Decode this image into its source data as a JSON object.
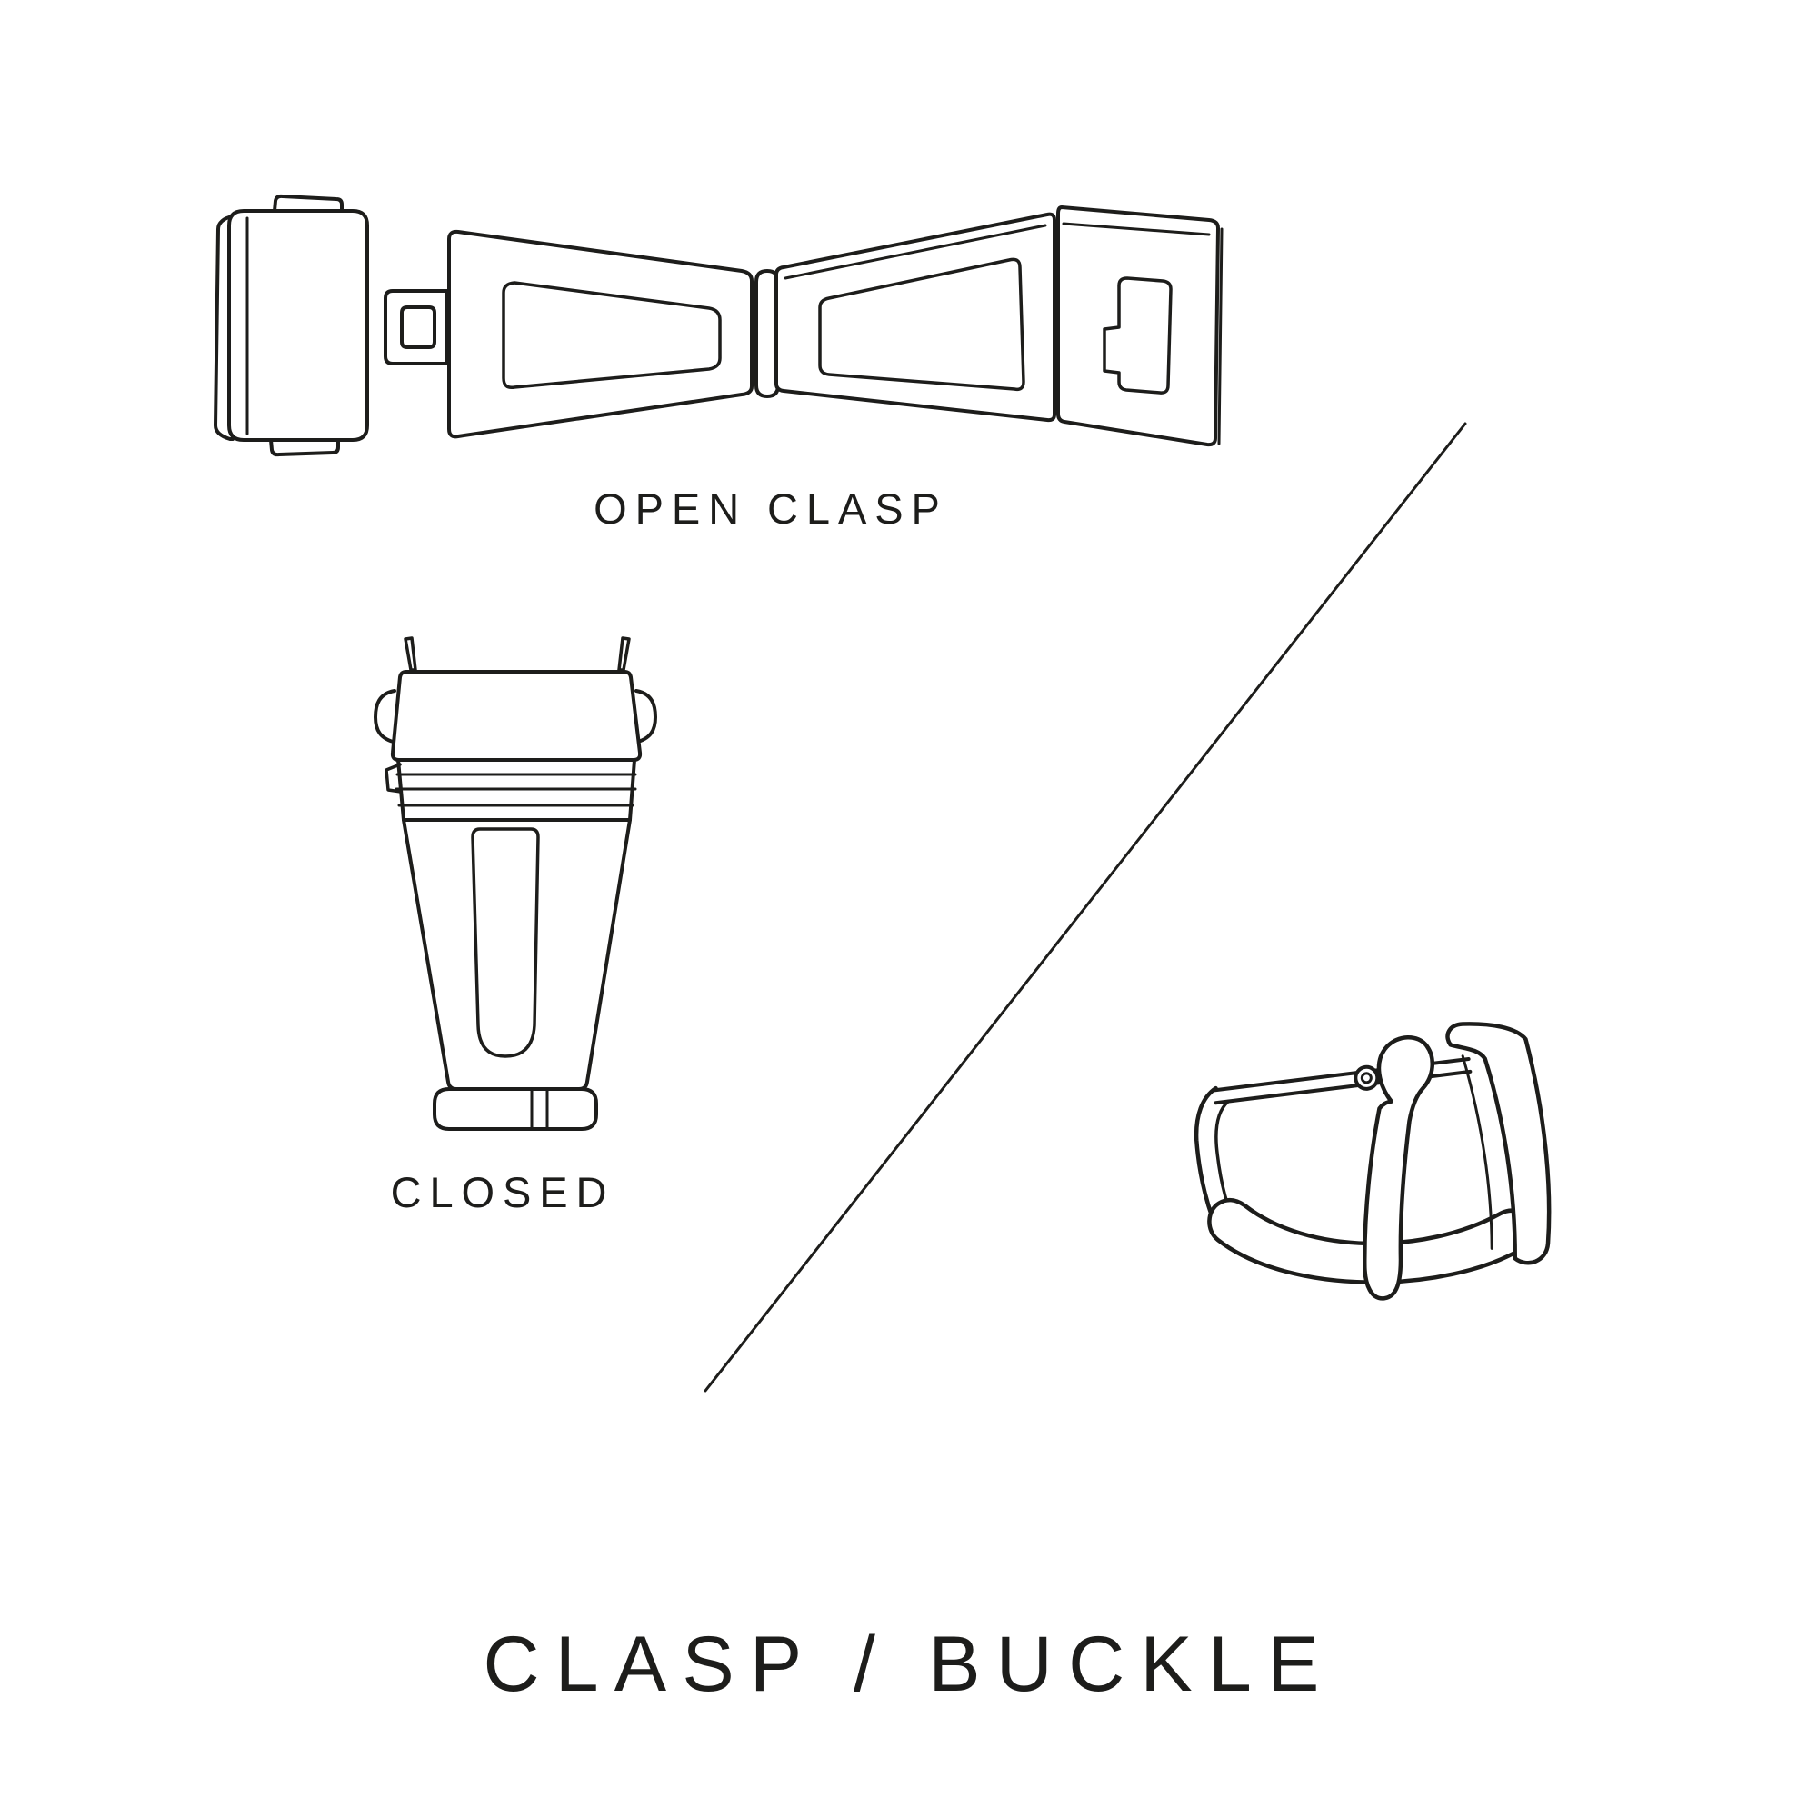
{
  "title": "CLASP / BUCKLE",
  "labels": {
    "open_clasp": "OPEN CLASP",
    "closed_clasp": "CLOSED"
  },
  "colors": {
    "background": "#ffffff",
    "ink": "#1d1d1b"
  }
}
